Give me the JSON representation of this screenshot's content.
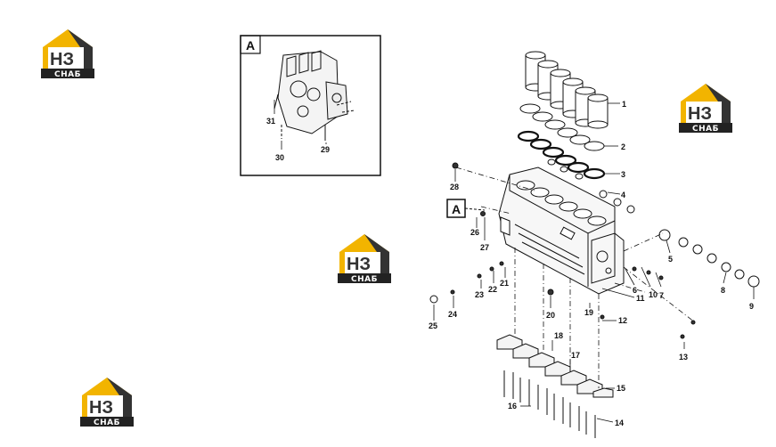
{
  "brand": {
    "logo_letters": "НЗ",
    "logo_caption": "СНАБ",
    "colors": {
      "yellow": "#f2b400",
      "dark": "#333333",
      "line": "#111111"
    }
  },
  "inset": {
    "tag": "A",
    "callouts": [
      "31",
      "30",
      "29"
    ]
  },
  "main": {
    "tag": "A",
    "callouts": [
      "1",
      "2",
      "3",
      "4",
      "5",
      "6",
      "7",
      "8",
      "9",
      "10",
      "11",
      "12",
      "13",
      "14",
      "15",
      "16",
      "17",
      "18",
      "19",
      "20",
      "21",
      "22",
      "23",
      "24",
      "25",
      "26",
      "27",
      "28"
    ]
  }
}
